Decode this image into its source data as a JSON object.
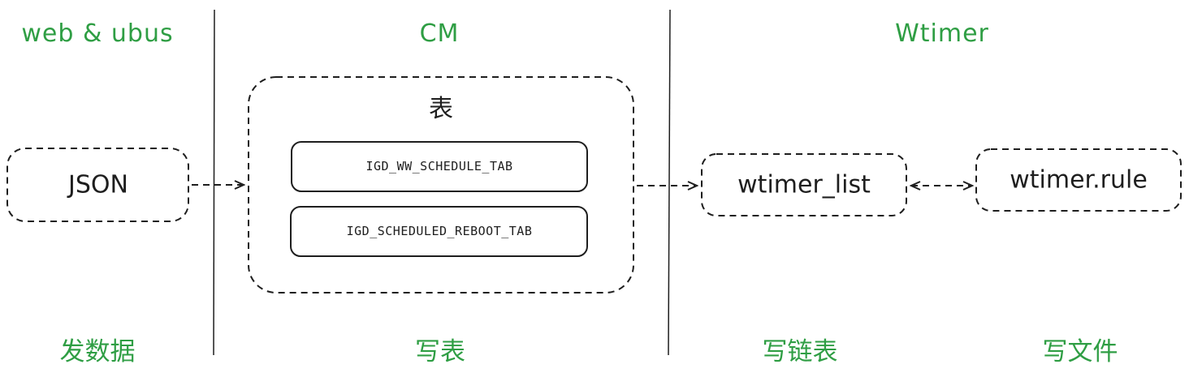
{
  "columns": {
    "web": {
      "header": "web & ubus",
      "footer": "发数据"
    },
    "cm": {
      "header": "CM",
      "footer": "写表"
    },
    "wtimer": {
      "header": "Wtimer",
      "footer_list": "写链表",
      "footer_file": "写文件"
    }
  },
  "nodes": {
    "json": "JSON",
    "table_group": {
      "title": "表",
      "tables": [
        "IGD_WW_SCHEDULE_TAB",
        "IGD_SCHEDULED_REBOOT_TAB"
      ]
    },
    "wtimer_list": "wtimer_list",
    "wtimer_rule": "wtimer.rule"
  },
  "edges": [
    {
      "from": "JSON",
      "to": "表",
      "style": "dashed",
      "direction": "forward"
    },
    {
      "from": "表",
      "to": "wtimer_list",
      "style": "dashed",
      "direction": "forward"
    },
    {
      "from": "wtimer_list",
      "to": "wtimer.rule",
      "style": "dashed",
      "direction": "both"
    }
  ],
  "colors": {
    "accent": "#2f9e44",
    "stroke": "#1e1e1e",
    "background": "#ffffff"
  }
}
